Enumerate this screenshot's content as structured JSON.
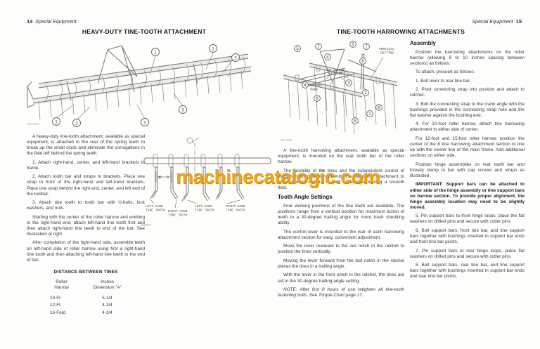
{
  "watermark": {
    "text": "machinecatalogic.com",
    "color": "#ef9f07"
  },
  "left_page": {
    "page_number": "14",
    "running_head": "Special Equipment",
    "title": "HEAVY-DUTY TINE-TOOTH ATTACHMENT",
    "figure": {
      "photo_id": "A27727",
      "callout_marks": [
        "1",
        "1",
        "2",
        "1",
        "2",
        "3",
        "3"
      ]
    },
    "paragraphs": {
      "p1": "A heavy-duty tine-tooth attachment, available as special equipment, is attached to the rear of the spring teeth to break up the small clods and eliminate the corrugations in the field left behind the spring teeth.",
      "s1": "1. Attach right-hand, center, and left-hand brackets to frame.",
      "s2": "2. Attach tooth bar and straps to brackets. Place one strap in front of the right-hand and left-hand brackets. Place one strap behind the right end, center, and left end of the toolbar.",
      "s3": "3. Attach tine tooth to tooth bar with U-bolts, lock washers, and nuts.",
      "p2": "Starting with the center of the roller harrow and working to the right-hand end, attach left-hand tine tooth first and then attach right-hand tine teeth to end of the bar. See illustration at right.",
      "p3": "After completion of the right-hand side, assemble teeth on left-hand side of roller harrow using first a right-hand tine tooth and then attaching left-hand tine teeth to the end of bar."
    },
    "diagram": {
      "photo_id": "A8087",
      "centerline_symbol": "℄",
      "dimension_label": "\"A\"",
      "labels": [
        [
          "LEFT-HAND",
          "TINE TOOTH"
        ],
        [
          "RIGHT-HAND",
          "TINE TOOTH"
        ],
        [
          "LEFT-HAND",
          "TINE TOOTH"
        ],
        [
          "RIGHT-HAND",
          "TINE TOOTH"
        ]
      ]
    },
    "table": {
      "title": "DISTANCE BETWEEN TINES",
      "col_headers": [
        [
          "Roller",
          "Harrow"
        ],
        [
          "Inches",
          "Dimension \"A\""
        ]
      ],
      "rows": [
        [
          "10-Ft.",
          "5-1/4"
        ],
        [
          "12-Ft.",
          "4-3/4"
        ],
        [
          "15-Foot.",
          "4-3/4"
        ]
      ]
    }
  },
  "right_page": {
    "page_number": "15",
    "running_head": "Special Equipment",
    "title": "TINE-TOOTH HARROWING ATTACHMENTS",
    "figure": {
      "photo_id": "A81442",
      "callout_marks": [
        "5",
        "7",
        "5",
        "7",
        "4",
        "6",
        "4",
        "3",
        "2",
        "6",
        "1",
        "8",
        "8"
      ],
      "labels": {
        "vertical": [
          "VERTICAL",
          "SETTING"
        ],
        "angle": [
          "30° ANGLE",
          "SETTING"
        ],
        "support": [
          "SUPPORT",
          "BARS"
        ]
      }
    },
    "left_column": {
      "p1": "A tine-tooth harrowing attachment, available as special equipment, is mounted on the rear tooth bar of the roller harrow.",
      "p2": "The flexibility of the tines and the independent control of each harrowing section permits the harrowing attachment to follow ground contour to best advantage, leaving a smooth field.",
      "heading": "Tooth Angle Settings",
      "p3": "Four working positions of the tine teeth are available. The positions range from a vertical position for maximum action of teeth to a 30-degree trailing angle for more trash shedding ability.",
      "p4": "The control lever is mounted to the rear of each harrowing attachment section for easy, convenient adjustment.",
      "p5": "Move the lever rearward to the last notch in the ratchet to position the tines vertically.",
      "p6": "Moving the lever forward from the last notch in the ratchet places the tines in a trailing angle.",
      "p7": "With the lever in the front notch in the ratchet, the tines are set in the 30-degree trailing angle setting.",
      "note": "NOTE: After first 8 hours of use retighten all tine-tooth fastening bolts. See Torque Chart page 17."
    },
    "right_column": {
      "heading": "Assembly",
      "p1": "Position the harrowing attachments on the roller harrow (allowing 8 to 10 inches spacing between sections) as follows:",
      "p2": "To attach, proceed as follows:",
      "s1": "1. Bolt lever to rear tine bar.",
      "s2": "2. Pivot connecting strap into position and attach to ratchet.",
      "s3": "3. Bolt the connecting strap to the crank angle with the bushings provided in the connecting strap hole and the flat washer against the bushing end.",
      "s4": "4. For 10-foot roller harrow, attach tine harrowing attachment to either side of center.",
      "p3": "For 12-foot and 15-foot roller harrow, position the center of the 8 tine harrowing attachment section to line up with the center line of the main frame. Add additional sections on either side.",
      "p4": "Position hinge assemblies on rear tooth bar and loosely clamp to bar with cap screws and straps as illustrated.",
      "important": "IMPORTANT: Support bars can be attached to either side of the hinge assembly or tine support bars on harrow section. To provide proper alignment, the hinge assembly location may need to be slightly moved.",
      "s5": "5. Pin support bars to front hinge loops; place the flat washers on drilled pins and secure with cotter pins.",
      "s6": "6. Bolt support bars, front tine bar, and tine support bars together with bushings inserted in support bar ends and front tine bar pivots.",
      "s7": "7. Pin support bars to rear hinge loops, place flat washers on drilled pins and secure with cotter pins.",
      "s8": "8. Bolt support bars, rear tine bar, and tine support bars together with bushings inserted in support bar ends and rear tine bar pivots."
    }
  }
}
